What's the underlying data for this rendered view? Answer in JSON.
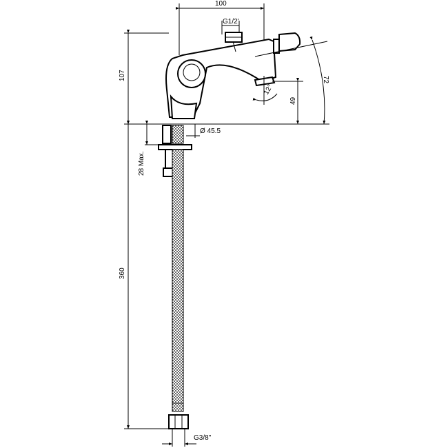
{
  "title": "Bidet mixer technical drawing",
  "dimensions": {
    "width_top": "100",
    "inlet_thread": "G1/2'",
    "height_total": "107",
    "spout_height": "49",
    "spout_reach": "72",
    "swivel_angle": "12°",
    "base_diameter": "Ø 45.5",
    "max_deck_thickness": "28 Max.",
    "hose_length": "360",
    "hose_thread": "G3/8\""
  }
}
